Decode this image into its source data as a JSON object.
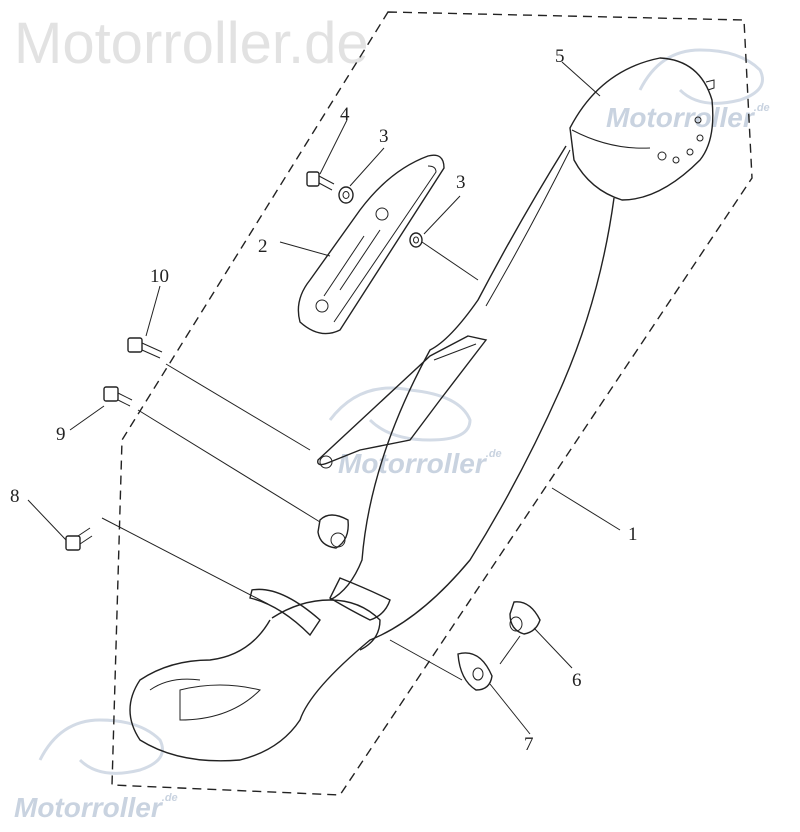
{
  "watermark": {
    "site": "Motorroller.de",
    "brand": "Motorroller",
    "tld": ".de"
  },
  "callouts": [
    "1",
    "2",
    "3",
    "3",
    "4",
    "5",
    "6",
    "7",
    "8",
    "9",
    "10"
  ],
  "colors": {
    "line": "#222222",
    "watermark_text": "#e2e2e2",
    "watermark_logo": "#c9d3e0"
  }
}
